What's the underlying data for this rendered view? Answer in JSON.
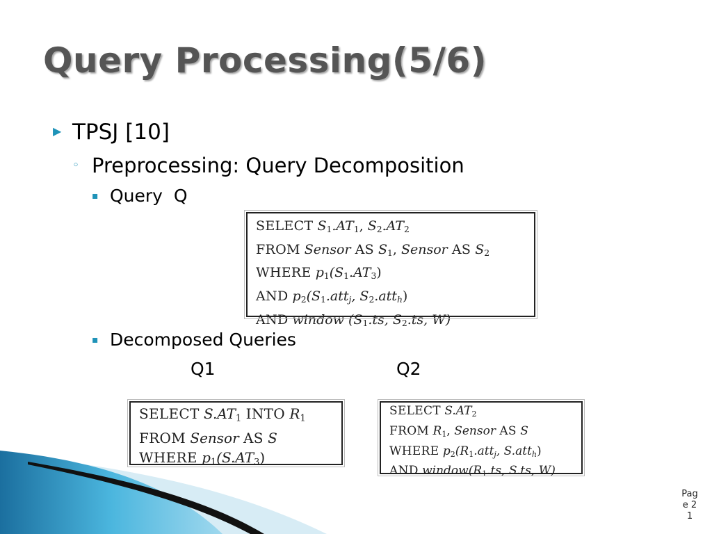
{
  "slide": {
    "title": "Query Processing(5/6)",
    "bullets": {
      "level1": "TPSJ [10]",
      "level2": "Preprocessing: Query Decomposition",
      "level3_query": "Query  Q",
      "level3_decomposed": "Decomposed Queries"
    },
    "labels": {
      "q1": "Q1",
      "q2": "Q2"
    },
    "page_number": "Page 21",
    "colors": {
      "title": "#555555",
      "bullet_accent": "#1f93b8",
      "footer_blue": "#2a8fc0"
    }
  },
  "query_q": {
    "select_kw": "SELECT",
    "select_a": "S",
    "select_a_sub": "1",
    "select_a_attr": ".AT",
    "select_a_attr_sub": "1",
    "select_sep": ", ",
    "select_b": "S",
    "select_b_sub": "2",
    "select_b_attr": ".AT",
    "select_b_attr_sub": "2",
    "from_kw": "FROM",
    "from_t1": "Sensor",
    "as_kw": "AS",
    "from_a": "S",
    "from_a_sub": "1",
    "from_sep": ", ",
    "from_t2": "Sensor",
    "from_b": "S",
    "from_b_sub": "2",
    "where_kw": "WHERE",
    "where_fn": "p",
    "where_fn_sub": "1",
    "where_arg": "(S",
    "where_arg_sub": "1",
    "where_arg_rest": ".AT",
    "where_arg_rest_sub": "3",
    "where_close": ")",
    "and1_kw": "AND",
    "and1_fn": "p",
    "and1_fn_sub": "2",
    "and1_a": "(S",
    "and1_a_sub": "1",
    "and1_a_attr": ".att",
    "and1_a_attr_sub": "j",
    "and1_sep": ", S",
    "and1_b_sub": "2",
    "and1_b_attr": ".att",
    "and1_b_attr_sub": "h",
    "and1_close": ")",
    "and2_kw": "AND",
    "and2_fn": "window",
    "and2_a": " (S",
    "and2_a_sub": "1",
    "and2_a_attr": ".ts, S",
    "and2_b_sub": "2",
    "and2_b_attr": ".ts, W)"
  },
  "query_q1": {
    "select_kw": "SELECT",
    "select_a": "S.AT",
    "select_a_sub": "1",
    "into_kw": "INTO",
    "into_r": "R",
    "into_r_sub": "1",
    "from_kw": "FROM",
    "from_t": "Sensor",
    "as_kw": "AS",
    "from_alias": "S",
    "where_kw": "WHERE",
    "where_fn": "p",
    "where_fn_sub": "1",
    "where_arg": "(S.AT",
    "where_arg_sub": "3",
    "where_close": ")"
  },
  "query_q2": {
    "select_kw": "SELECT",
    "select_a": "S.AT",
    "select_a_sub": "2",
    "from_kw": "FROM",
    "from_r": "R",
    "from_r_sub": "1",
    "from_sep": ", ",
    "from_t": "Sensor",
    "as_kw": "AS",
    "from_alias": "S",
    "where_kw": "WHERE",
    "where_fn": "p",
    "where_fn_sub": "2",
    "where_arg": "(R",
    "where_arg_sub": "1",
    "where_arg_attr": ".att",
    "where_arg_attr_sub": "j",
    "where_arg_b": ", S.att",
    "where_arg_b_sub": "h",
    "where_close": ")",
    "and_kw": "AND",
    "and_fn": "window",
    "and_a": "(R",
    "and_a_sub": "1",
    "and_rest": ".ts, S.ts, W)"
  }
}
